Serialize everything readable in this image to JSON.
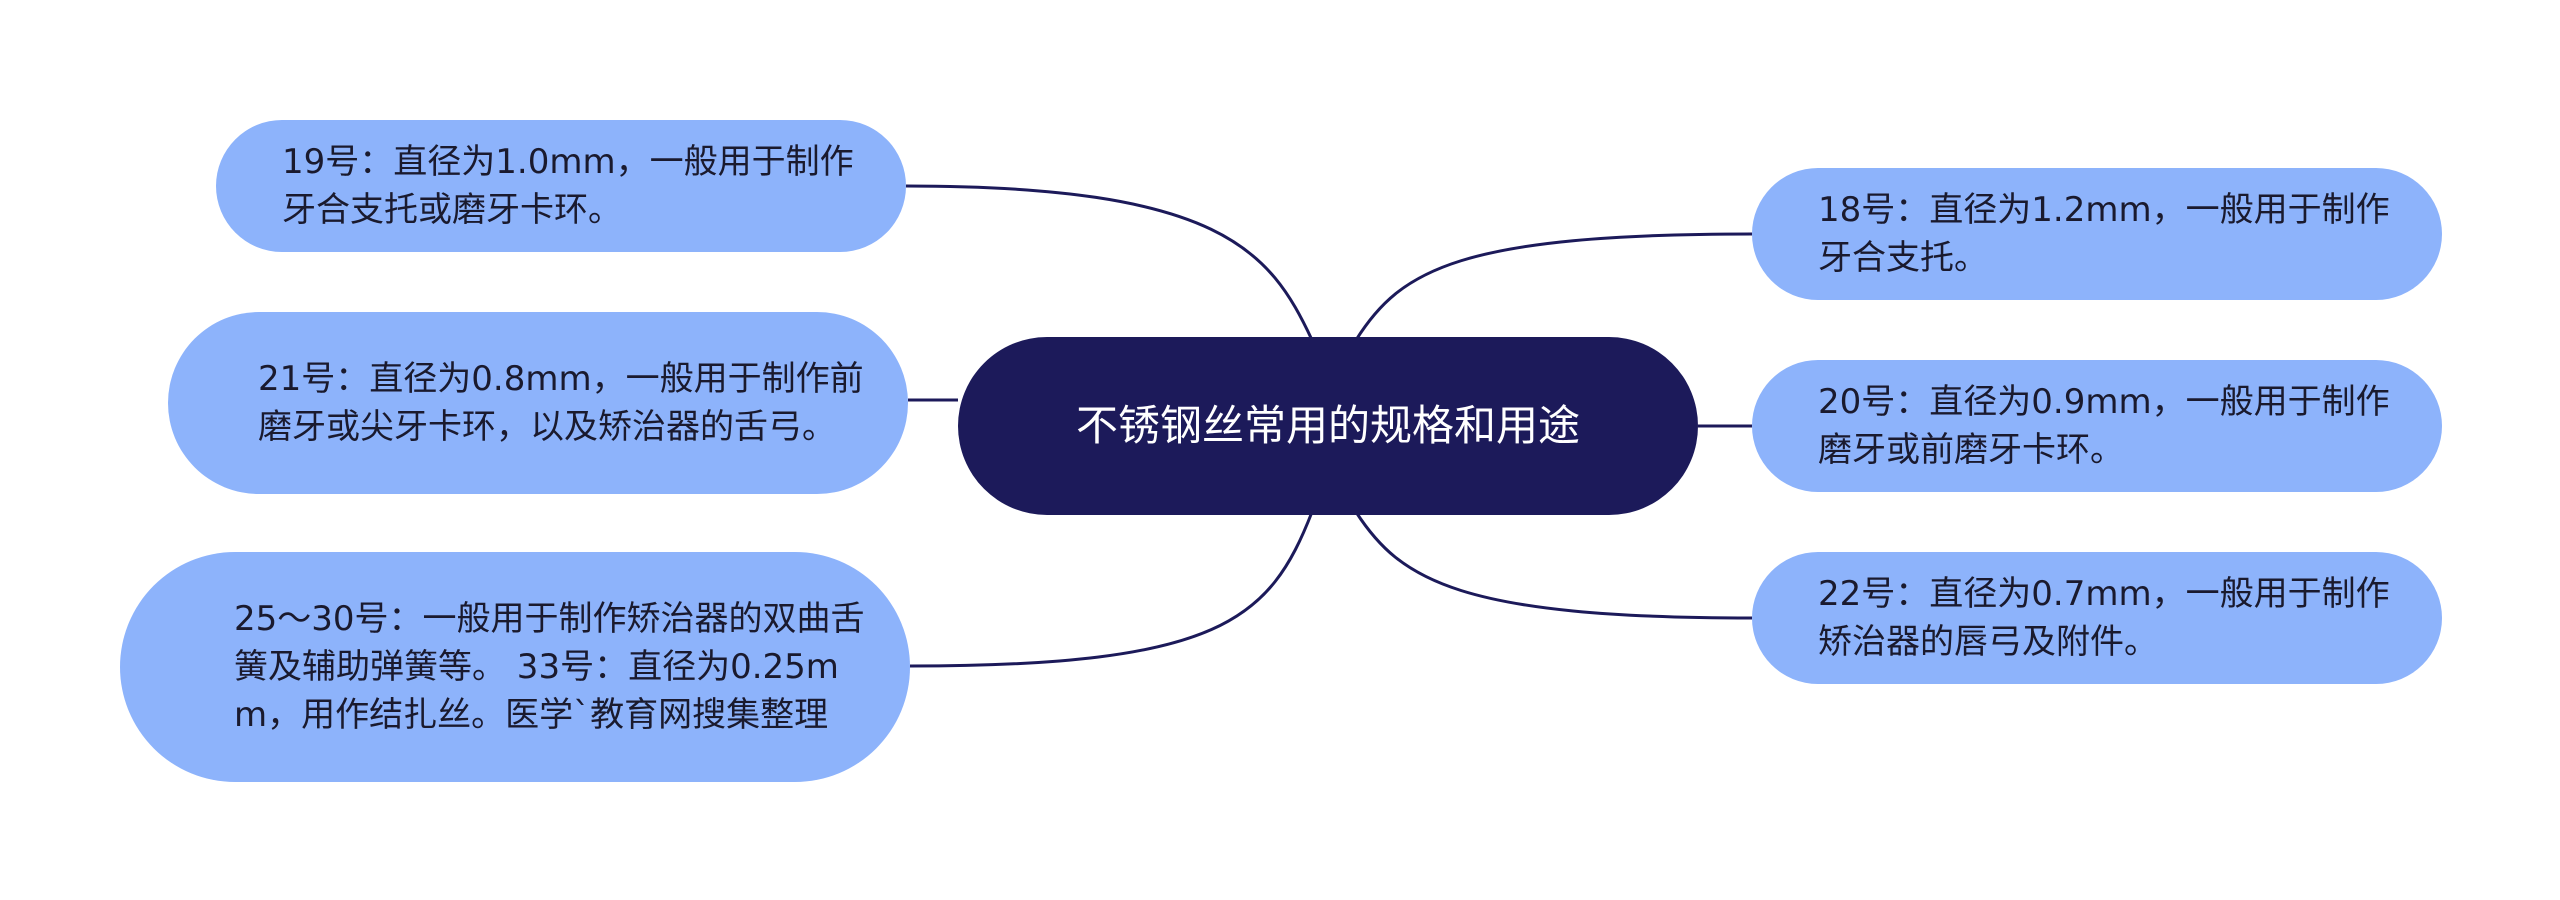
{
  "colors": {
    "center_fill": "#1c1a5a",
    "center_text": "#ffffff",
    "node_fill": "#8db3fb",
    "node_text": "#1a1a2e",
    "connector": "#1c1a5a"
  },
  "center": {
    "label": "不锈钢丝常用的规格和用途"
  },
  "left_nodes": [
    {
      "label": "19号：直径为1.0mm，一般用于制作牙合支托或磨牙卡环。"
    },
    {
      "label": "21号：直径为0.8mm，一般用于制作前磨牙或尖牙卡环，以及矫治器的舌弓。"
    },
    {
      "label": "25～30号：一般用于制作矫治器的双曲舌簧及辅助弹簧等。 33号：直径为0.25mm，用作结扎丝。医学`教育网搜集整理"
    }
  ],
  "right_nodes": [
    {
      "label": "18号：直径为1.2mm，一般用于制作牙合支托。"
    },
    {
      "label": "20号：直径为0.9mm，一般用于制作磨牙或前磨牙卡环。"
    },
    {
      "label": "22号：直径为0.7mm，一般用于制作矫治器的唇弓及附件。"
    }
  ]
}
